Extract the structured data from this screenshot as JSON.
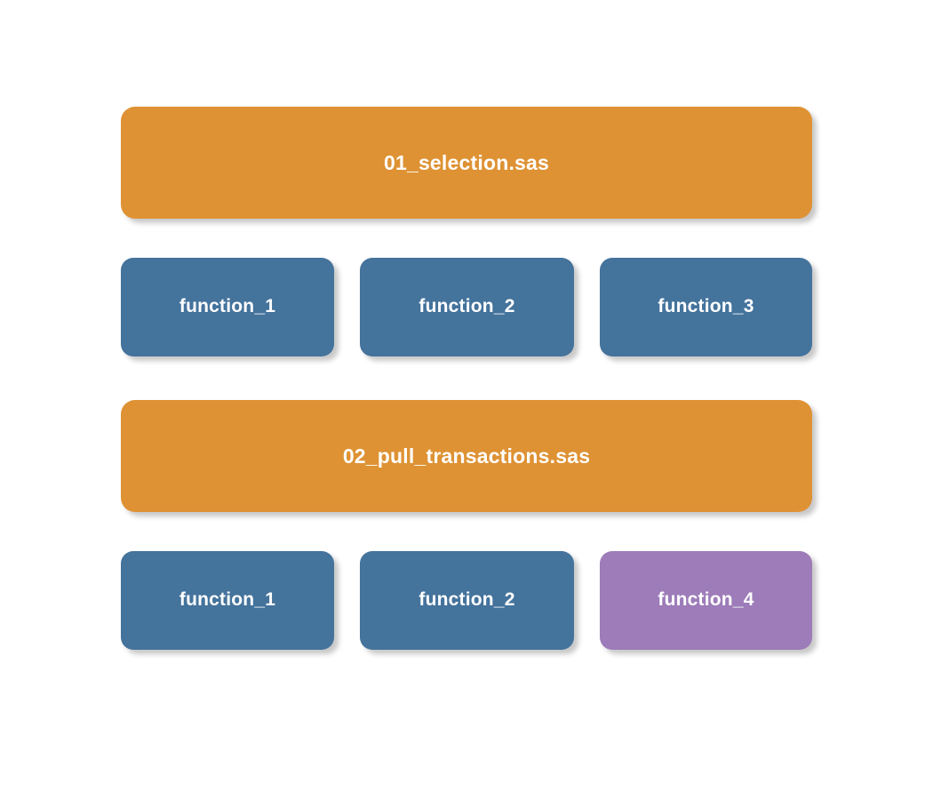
{
  "diagram": {
    "background_color": "#ffffff",
    "colors": {
      "program": "#DE9233",
      "function": "#44739C",
      "function_highlight": "#9D7CB9",
      "label_text": "#ffffff"
    },
    "groups": [
      {
        "program": {
          "label": "01_selection.sas",
          "color": "#DE9233"
        },
        "functions": [
          {
            "label": "function_1",
            "color": "#44739C",
            "highlighted": false
          },
          {
            "label": "function_2",
            "color": "#44739C",
            "highlighted": false
          },
          {
            "label": "function_3",
            "color": "#44739C",
            "highlighted": false
          }
        ]
      },
      {
        "program": {
          "label": "02_pull_transactions.sas",
          "color": "#DE9233"
        },
        "functions": [
          {
            "label": "function_1",
            "color": "#44739C",
            "highlighted": false
          },
          {
            "label": "function_2",
            "color": "#44739C",
            "highlighted": false
          },
          {
            "label": "function_4",
            "color": "#9D7CB9",
            "highlighted": true
          }
        ]
      }
    ]
  }
}
